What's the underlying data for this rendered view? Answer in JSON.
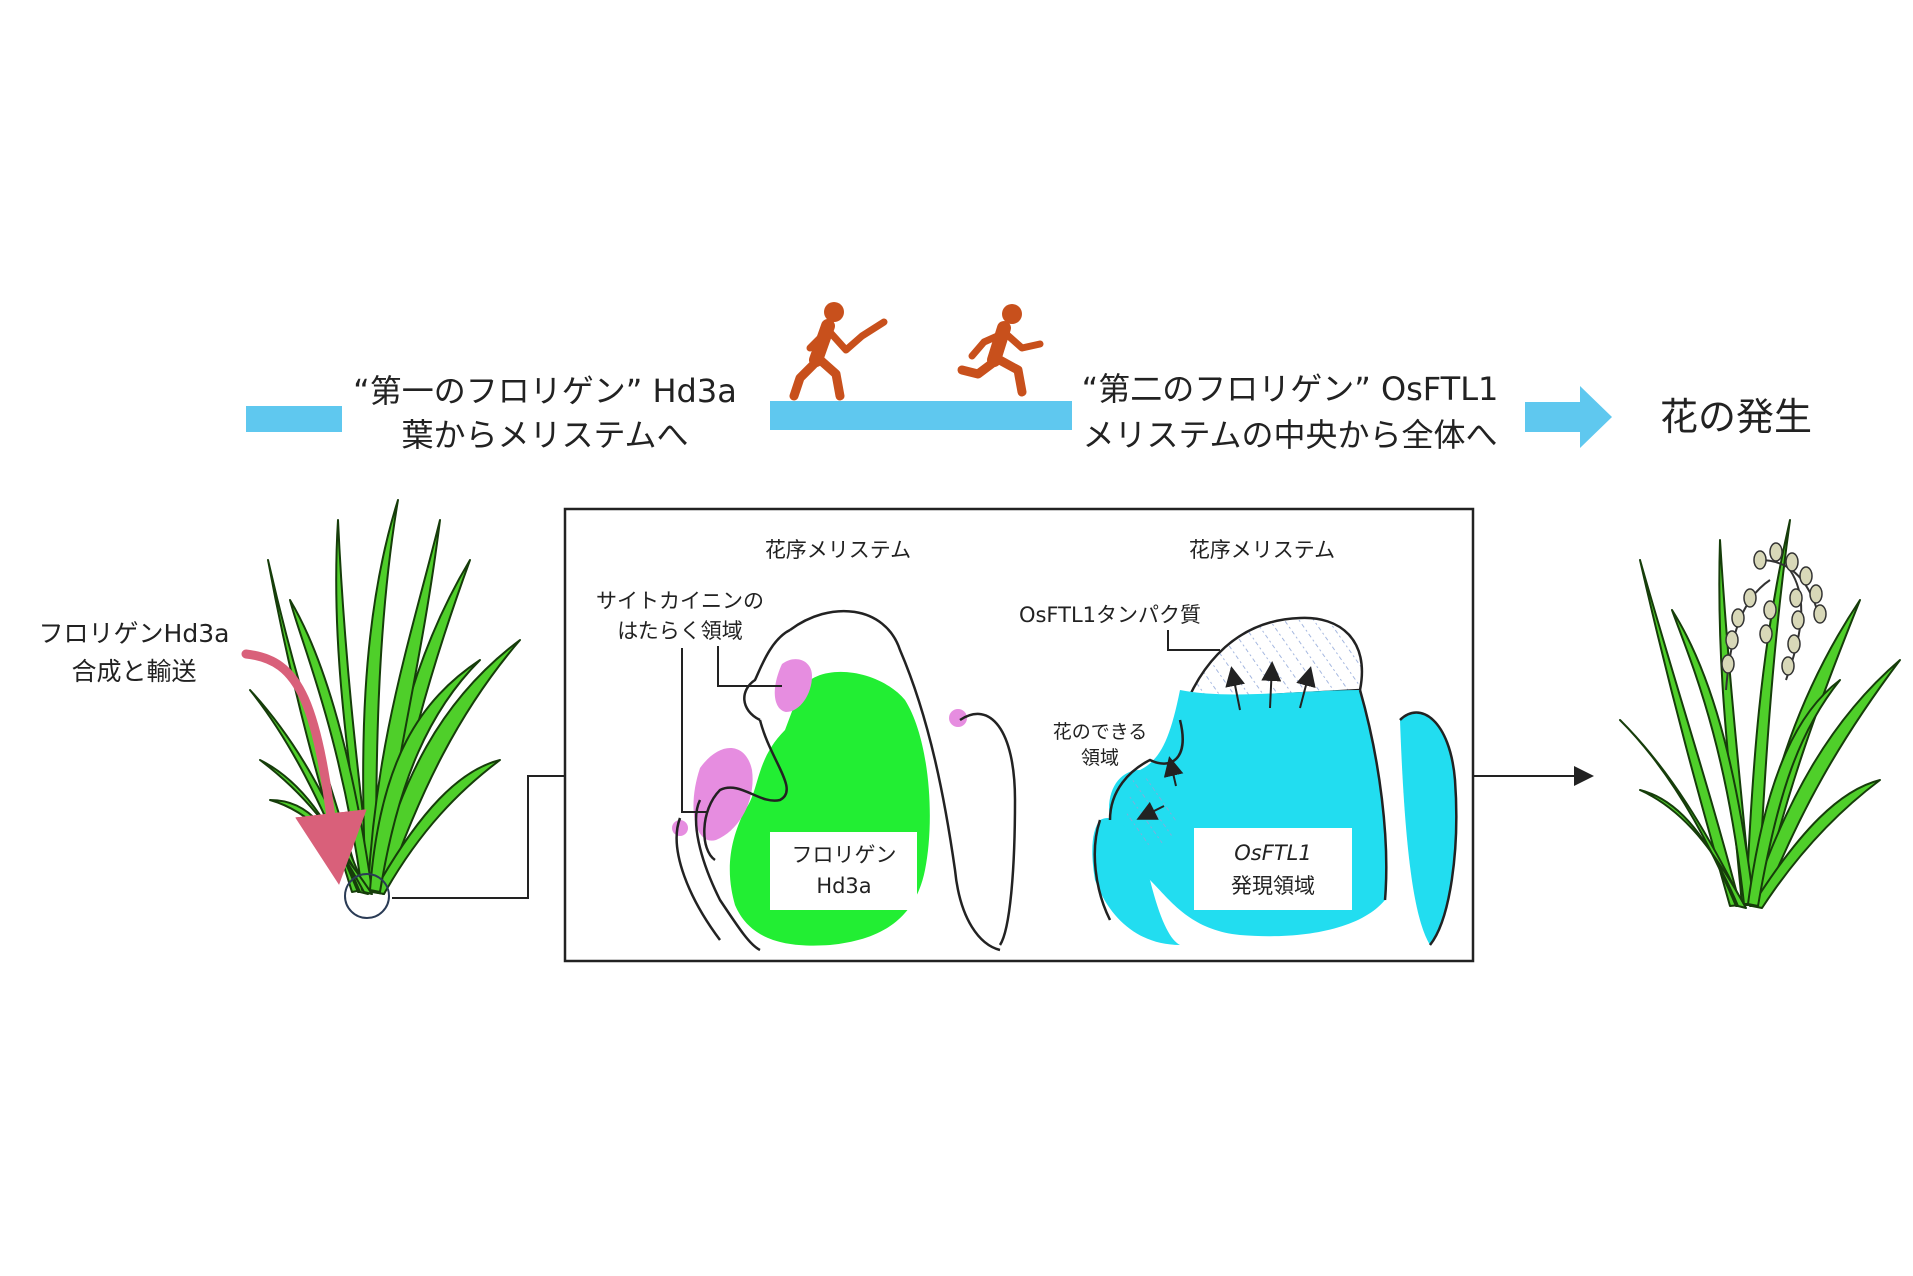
{
  "header": {
    "first_florigen_line1": "“第一のフロリゲン” Hd3a",
    "first_florigen_line2": "葉からメリステムへ",
    "second_florigen_line1": "“第二のフロリゲン” OsFTL1",
    "second_florigen_line2": "メリステムの中央から全体へ",
    "result": "花の発生"
  },
  "left_plant": {
    "label_line1": "フロリゲンHd3a",
    "label_line2": "合成と輸送"
  },
  "panel_left": {
    "title": "花序メリステム",
    "cytokinin_line1": "サイトカイニンの",
    "cytokinin_line2": "はたらく領域",
    "florigen_line1": "フロリゲン",
    "florigen_line2": "Hd3a"
  },
  "panel_right": {
    "title": "花序メリステム",
    "protein_label": "OsFTL1タンパク質",
    "flower_region_line1": "花のできる",
    "flower_region_line2": "領域",
    "expression_line1": "OsFTL1",
    "expression_line2": "発現領域"
  },
  "colors": {
    "arrow_blue": "#5fc8ef",
    "runner": "#c8501c",
    "florigen_green": "#22ee33",
    "cytokinin_pink": "#e68de0",
    "osftl1_cyan": "#22ddf0",
    "leaf_green": "#4fcf2a",
    "transport_arrow": "#d9607a"
  },
  "icons": [
    "runner-icon",
    "relay-runner-icon",
    "rice-plant-icon",
    "rice-plant-flowering-icon"
  ]
}
